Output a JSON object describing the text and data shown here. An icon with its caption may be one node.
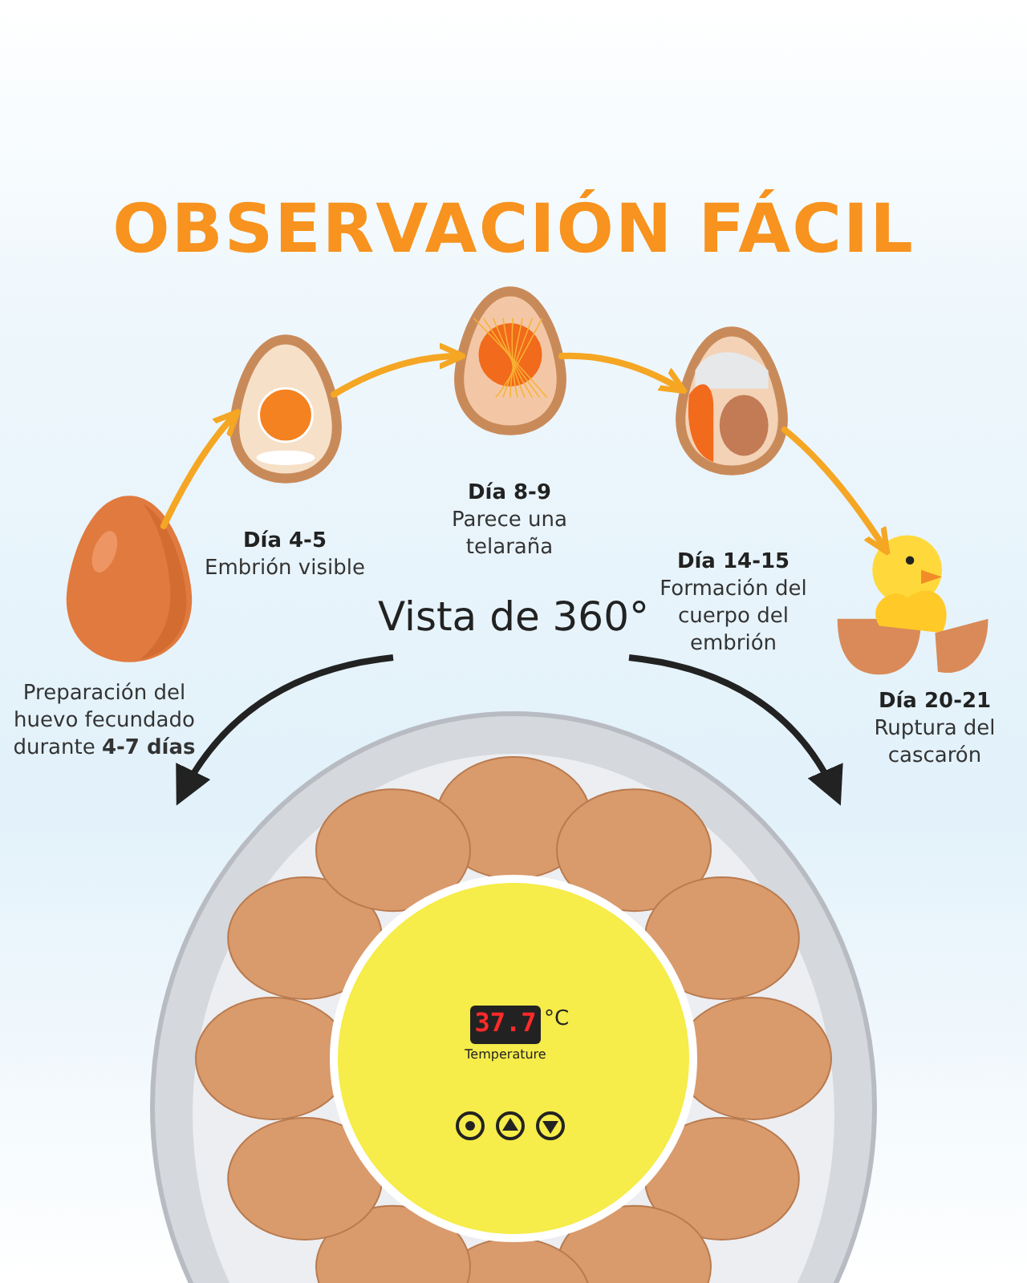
{
  "diagram": {
    "title": "OBSERVACIÓN FÁCIL",
    "nodes": [
      {
        "text": [],
        "shape": "picture",
        "beside": [
          "Preparación del huevo fecundado durante **4-7 días**"
        ]
      },
      {
        "text": [],
        "shape": "picture",
        "beside": [
          "Día 4-5",
          "Embrión visible"
        ]
      },
      {
        "text": [],
        "shape": "picture",
        "beside": [
          "Día 8-9",
          "Parece una telaraña"
        ]
      },
      {
        "text": [],
        "shape": "picture",
        "beside": [
          "Día 14-15",
          "Formación del cuerpo del embrión"
        ]
      },
      {
        "text": [],
        "shape": "picture",
        "beside": [
          "Día 20-21",
          "Ruptura del cascarón"
        ]
      }
    ],
    "edges": [
      {
        "from": 0,
        "to": 1,
        "arrow": "to",
        "color": "#f5a623"
      },
      {
        "from": 1,
        "to": 2,
        "arrow": "to",
        "color": "#f5a623"
      },
      {
        "from": 2,
        "to": 3,
        "arrow": "to",
        "color": "#f5a623"
      },
      {
        "from": 3,
        "to": 4,
        "arrow": "to",
        "color": "#f5a623"
      }
    ],
    "labels": [
      "Vista de 360°",
      "37.7",
      "°C",
      "Temperature"
    ]
  }
}
